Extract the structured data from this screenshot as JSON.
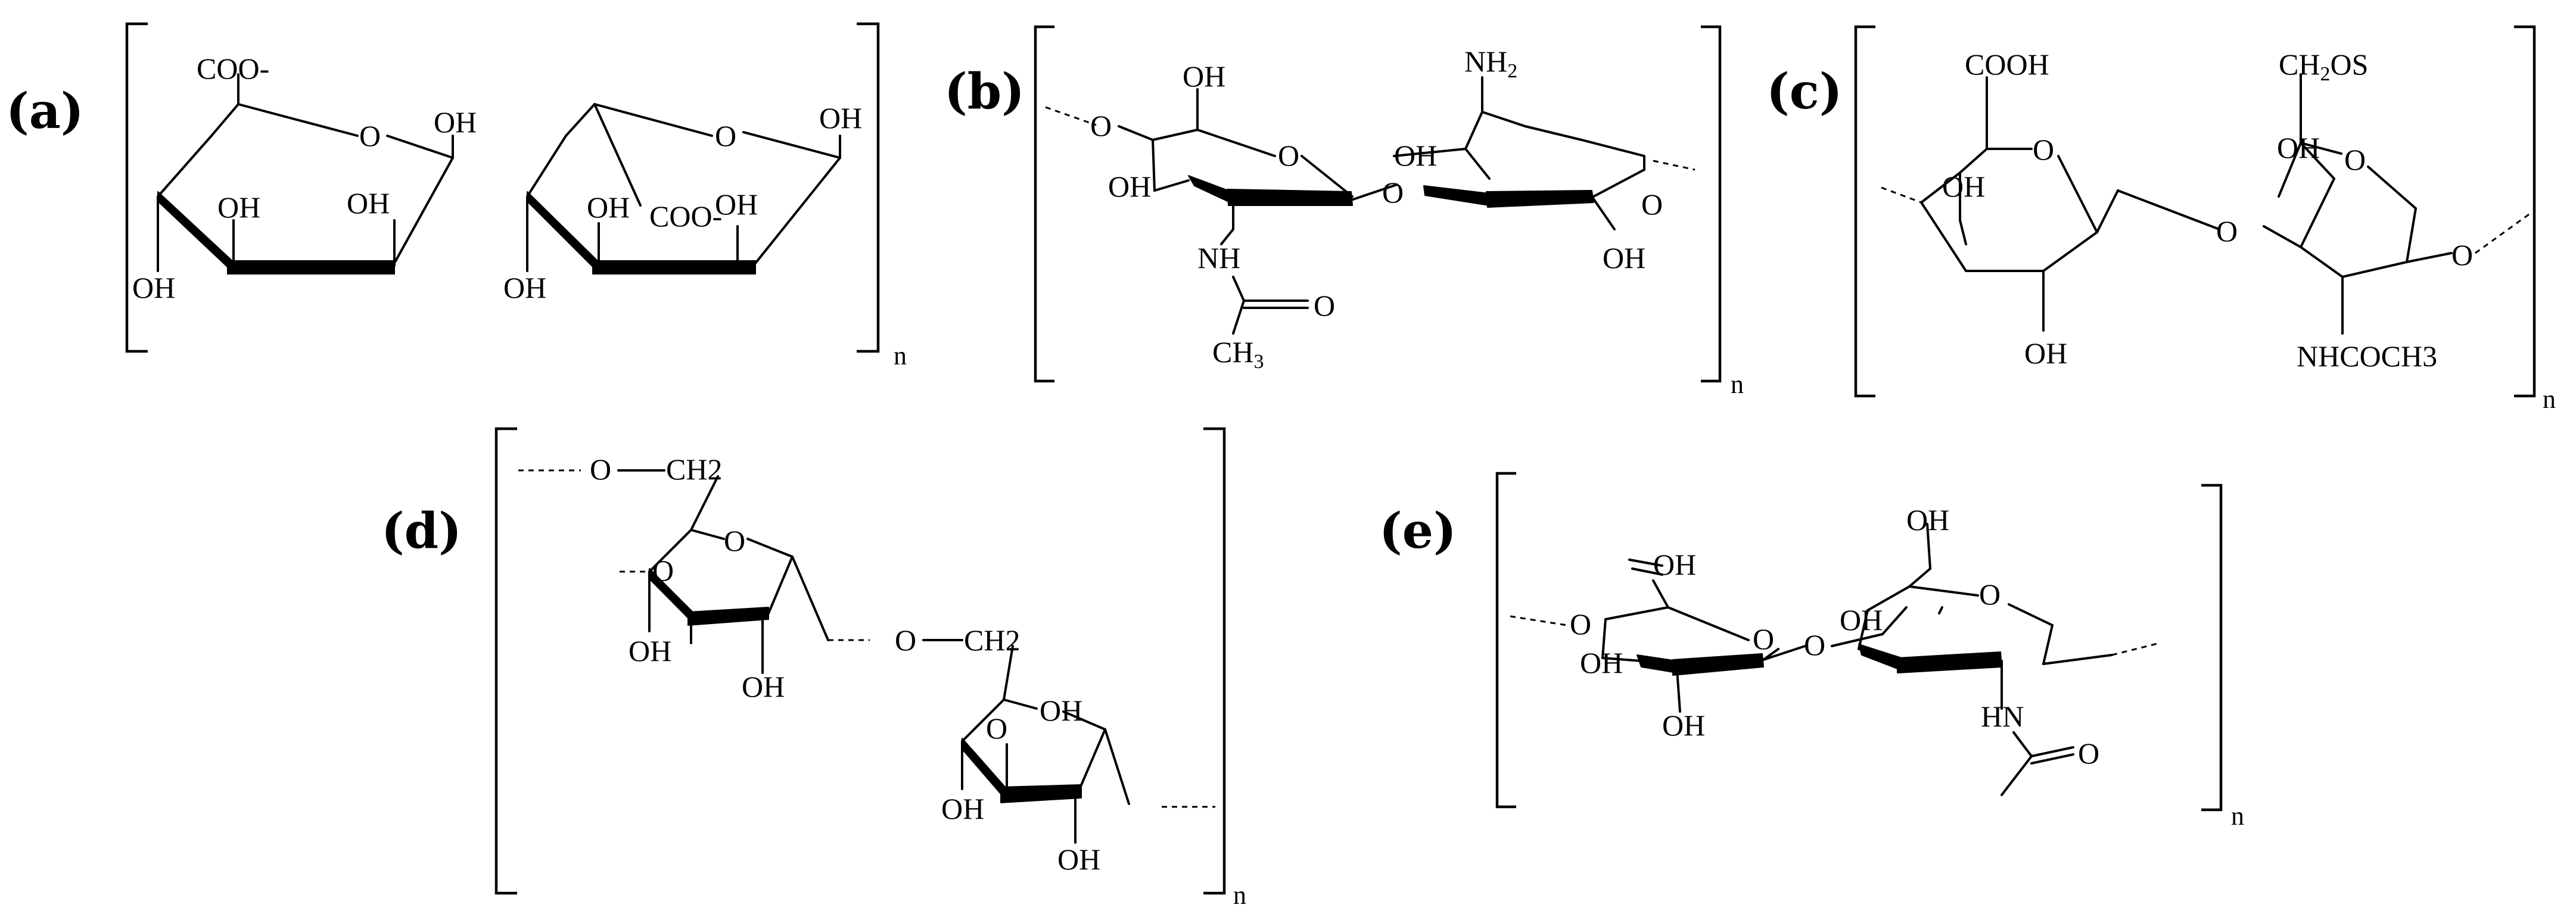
{
  "panels": [
    {
      "id": "a",
      "label": "(a)",
      "repeat": "n",
      "atoms": [
        "COO-",
        "O",
        "OH",
        "OH",
        "OH",
        "OH",
        "O",
        "OH",
        "OH",
        "COO-",
        "OH",
        "OH"
      ]
    },
    {
      "id": "b",
      "label": "(b)",
      "repeat": "n",
      "atoms": [
        "OH",
        "O",
        "OH",
        "O",
        "NH",
        "O",
        "CH3",
        "NH2",
        "OH",
        "O",
        "O",
        "OH"
      ]
    },
    {
      "id": "c",
      "label": "(c)",
      "repeat": "n",
      "atoms": [
        "COOH",
        "O",
        "OH",
        "OH",
        "CH2OS",
        "OH",
        "O",
        "O",
        "O",
        "NHCOCH3"
      ]
    },
    {
      "id": "d",
      "label": "(d)",
      "repeat": "n",
      "atoms": [
        "O",
        "CH2",
        "O",
        "O",
        "OH",
        "OH",
        "O",
        "CH2",
        "O",
        "OH",
        "OH",
        "OH"
      ]
    },
    {
      "id": "e",
      "label": "(e)",
      "repeat": "n",
      "atoms": [
        "OH",
        "O",
        "O",
        "OH",
        "OH",
        "OH",
        "OH",
        "O",
        "O",
        "HN",
        "O"
      ]
    }
  ]
}
